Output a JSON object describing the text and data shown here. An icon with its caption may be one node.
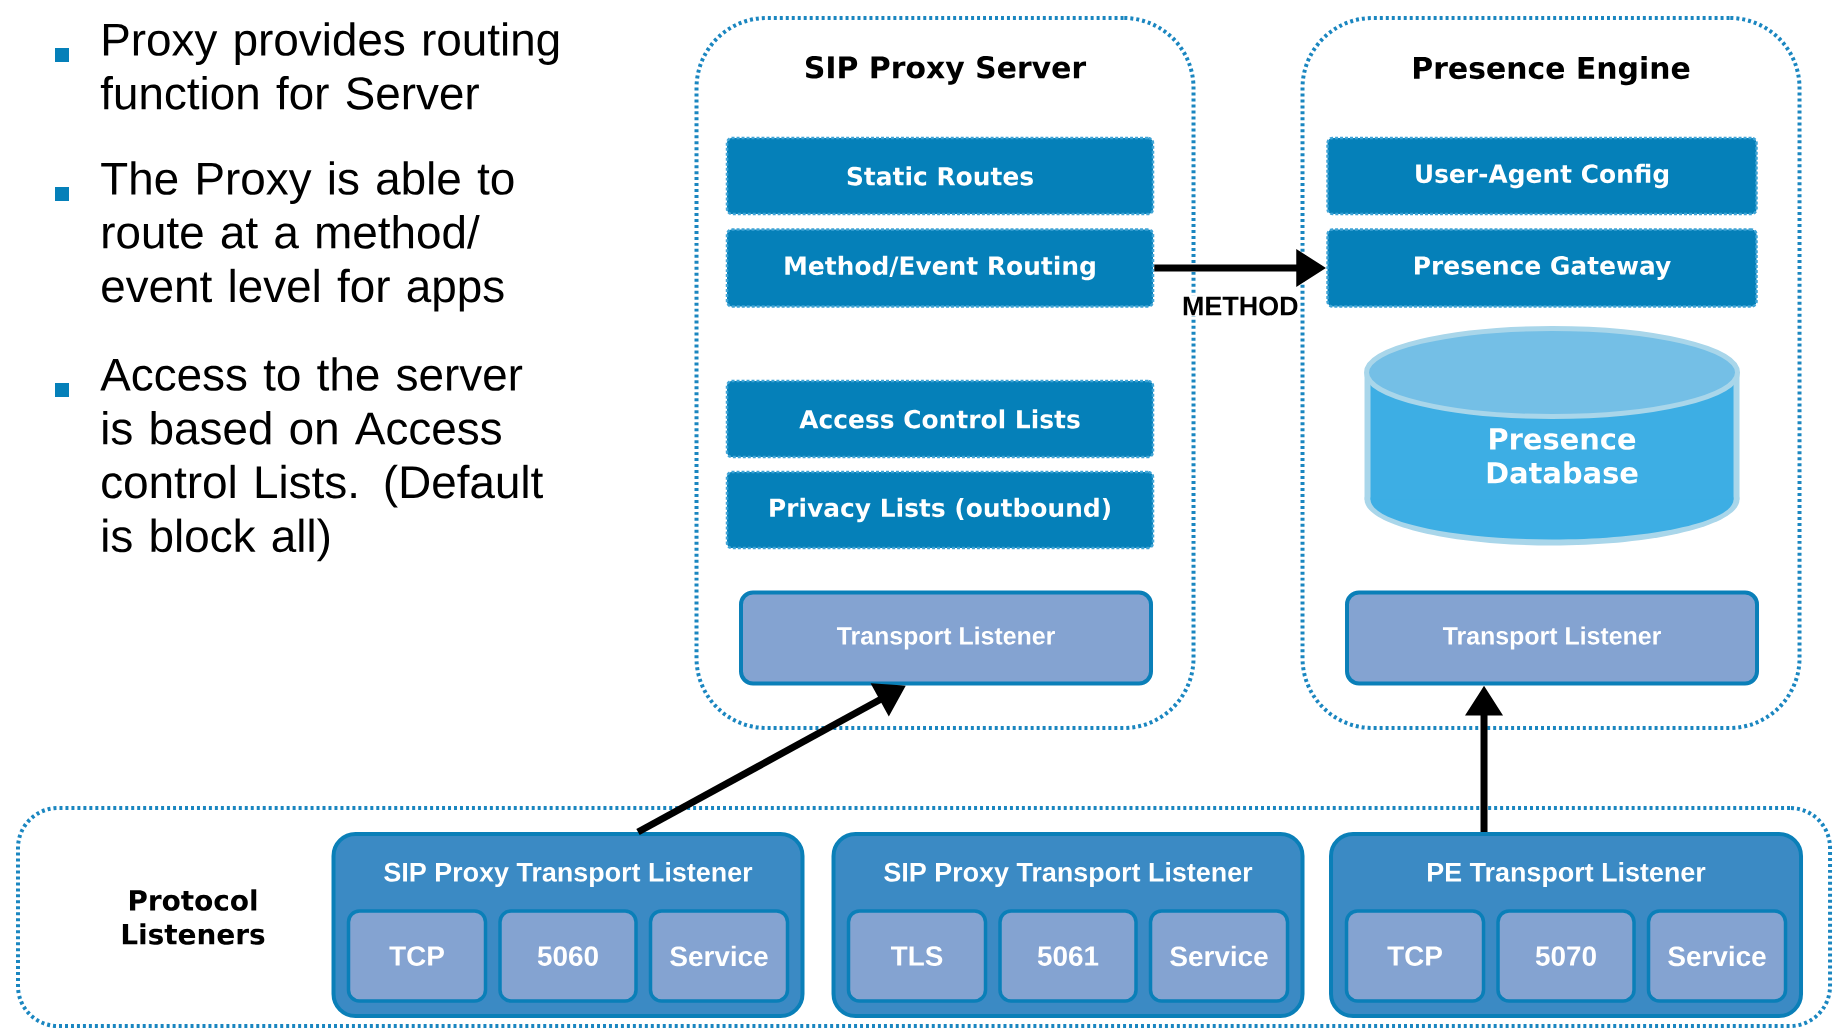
{
  "diagram": {
    "nodes": [
      {
        "text": [
          "SIP Proxy Server"
        ]
      },
      {
        "text": [
          "Static Routes"
        ],
        "in": 0
      },
      {
        "text": [
          "Method/Event Routing"
        ],
        "in": 0
      },
      {
        "text": [
          "Access Control Lists"
        ],
        "in": 0
      },
      {
        "text": [
          "Privacy Lists (outbound)"
        ],
        "in": 0
      },
      {
        "text": [
          "Transport Listener"
        ],
        "in": 0
      },
      {
        "text": [
          "Presence Engine"
        ]
      },
      {
        "text": [
          "User-Agent Config"
        ],
        "in": 6
      },
      {
        "text": [
          "Presence Gateway"
        ],
        "in": 6
      },
      {
        "text": [
          "Presence Database"
        ],
        "in": 6
      },
      {
        "text": [
          "Transport Listener"
        ],
        "in": 6
      },
      {
        "text": [
          "Protocol Listeners"
        ]
      },
      {
        "text": [
          "SIP Proxy Transport Listener"
        ],
        "in": 11
      },
      {
        "text": [
          "TCP"
        ],
        "in": 12
      },
      {
        "text": [
          "5060"
        ],
        "in": 12
      },
      {
        "text": [
          "Service"
        ],
        "in": 12
      },
      {
        "text": [
          "SIP Proxy Transport Listener"
        ],
        "in": 11
      },
      {
        "text": [
          "TLS"
        ],
        "in": 16
      },
      {
        "text": [
          "5061"
        ],
        "in": 16
      },
      {
        "text": [
          "Service"
        ],
        "in": 16
      },
      {
        "text": [
          "PE Transport Listener"
        ],
        "in": 11
      },
      {
        "text": [
          "TCP"
        ],
        "in": 20
      },
      {
        "text": [
          "5070"
        ],
        "in": 20
      },
      {
        "text": [
          "Service"
        ],
        "in": 20
      }
    ],
    "edges": [
      {
        "from": 2,
        "to": 8,
        "arrow": "to",
        "label": "METHOD"
      },
      {
        "from": 12,
        "to": 5,
        "arrow": "to"
      },
      {
        "from": 20,
        "to": 10,
        "arrow": "to"
      }
    ],
    "labels": [
      "Proxy provides routing function for Server",
      "The Proxy is able to route at a method/ event level for apps",
      "Access to the server is based on Access control Lists. (Default is block all)"
    ]
  }
}
